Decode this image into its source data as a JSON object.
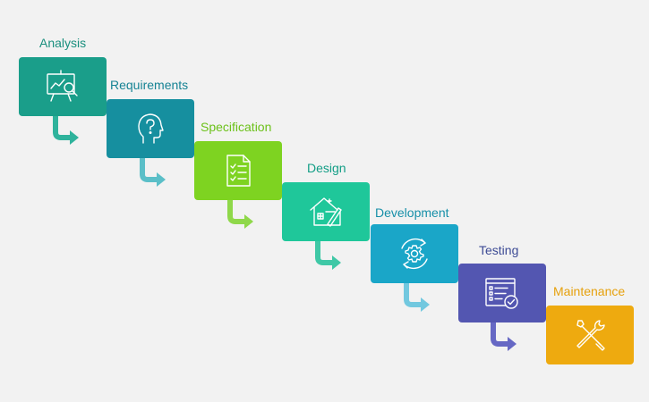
{
  "steps": [
    {
      "label": "Analysis",
      "icon": "chart-analysis-icon",
      "color": "#1a9e8a",
      "label_color": "#1a8f7e",
      "arrow_color": "#2fb39c"
    },
    {
      "label": "Requirements",
      "icon": "head-question-icon",
      "color": "#168f9f",
      "label_color": "#168394",
      "arrow_color": "#5bbfc8"
    },
    {
      "label": "Specification",
      "icon": "document-checklist-icon",
      "color": "#7ed321",
      "label_color": "#6cc11a",
      "arrow_color": "#8fd84a"
    },
    {
      "label": "Design",
      "icon": "house-blueprint-icon",
      "color": "#1fc79a",
      "label_color": "#139e86",
      "arrow_color": "#3fc8a6"
    },
    {
      "label": "Development",
      "icon": "gear-cycle-icon",
      "color": "#1aa6c8",
      "label_color": "#168fa8",
      "arrow_color": "#72c8df"
    },
    {
      "label": "Testing",
      "icon": "checklist-check-icon",
      "color": "#5356b1",
      "label_color": "#3d4b95",
      "arrow_color": "#6668c4"
    },
    {
      "label": "Maintenance",
      "icon": "wrench-screwdriver-icon",
      "color": "#eeaa0f",
      "label_color": "#e6a10d",
      "arrow_color": "#eeaa0f"
    }
  ]
}
